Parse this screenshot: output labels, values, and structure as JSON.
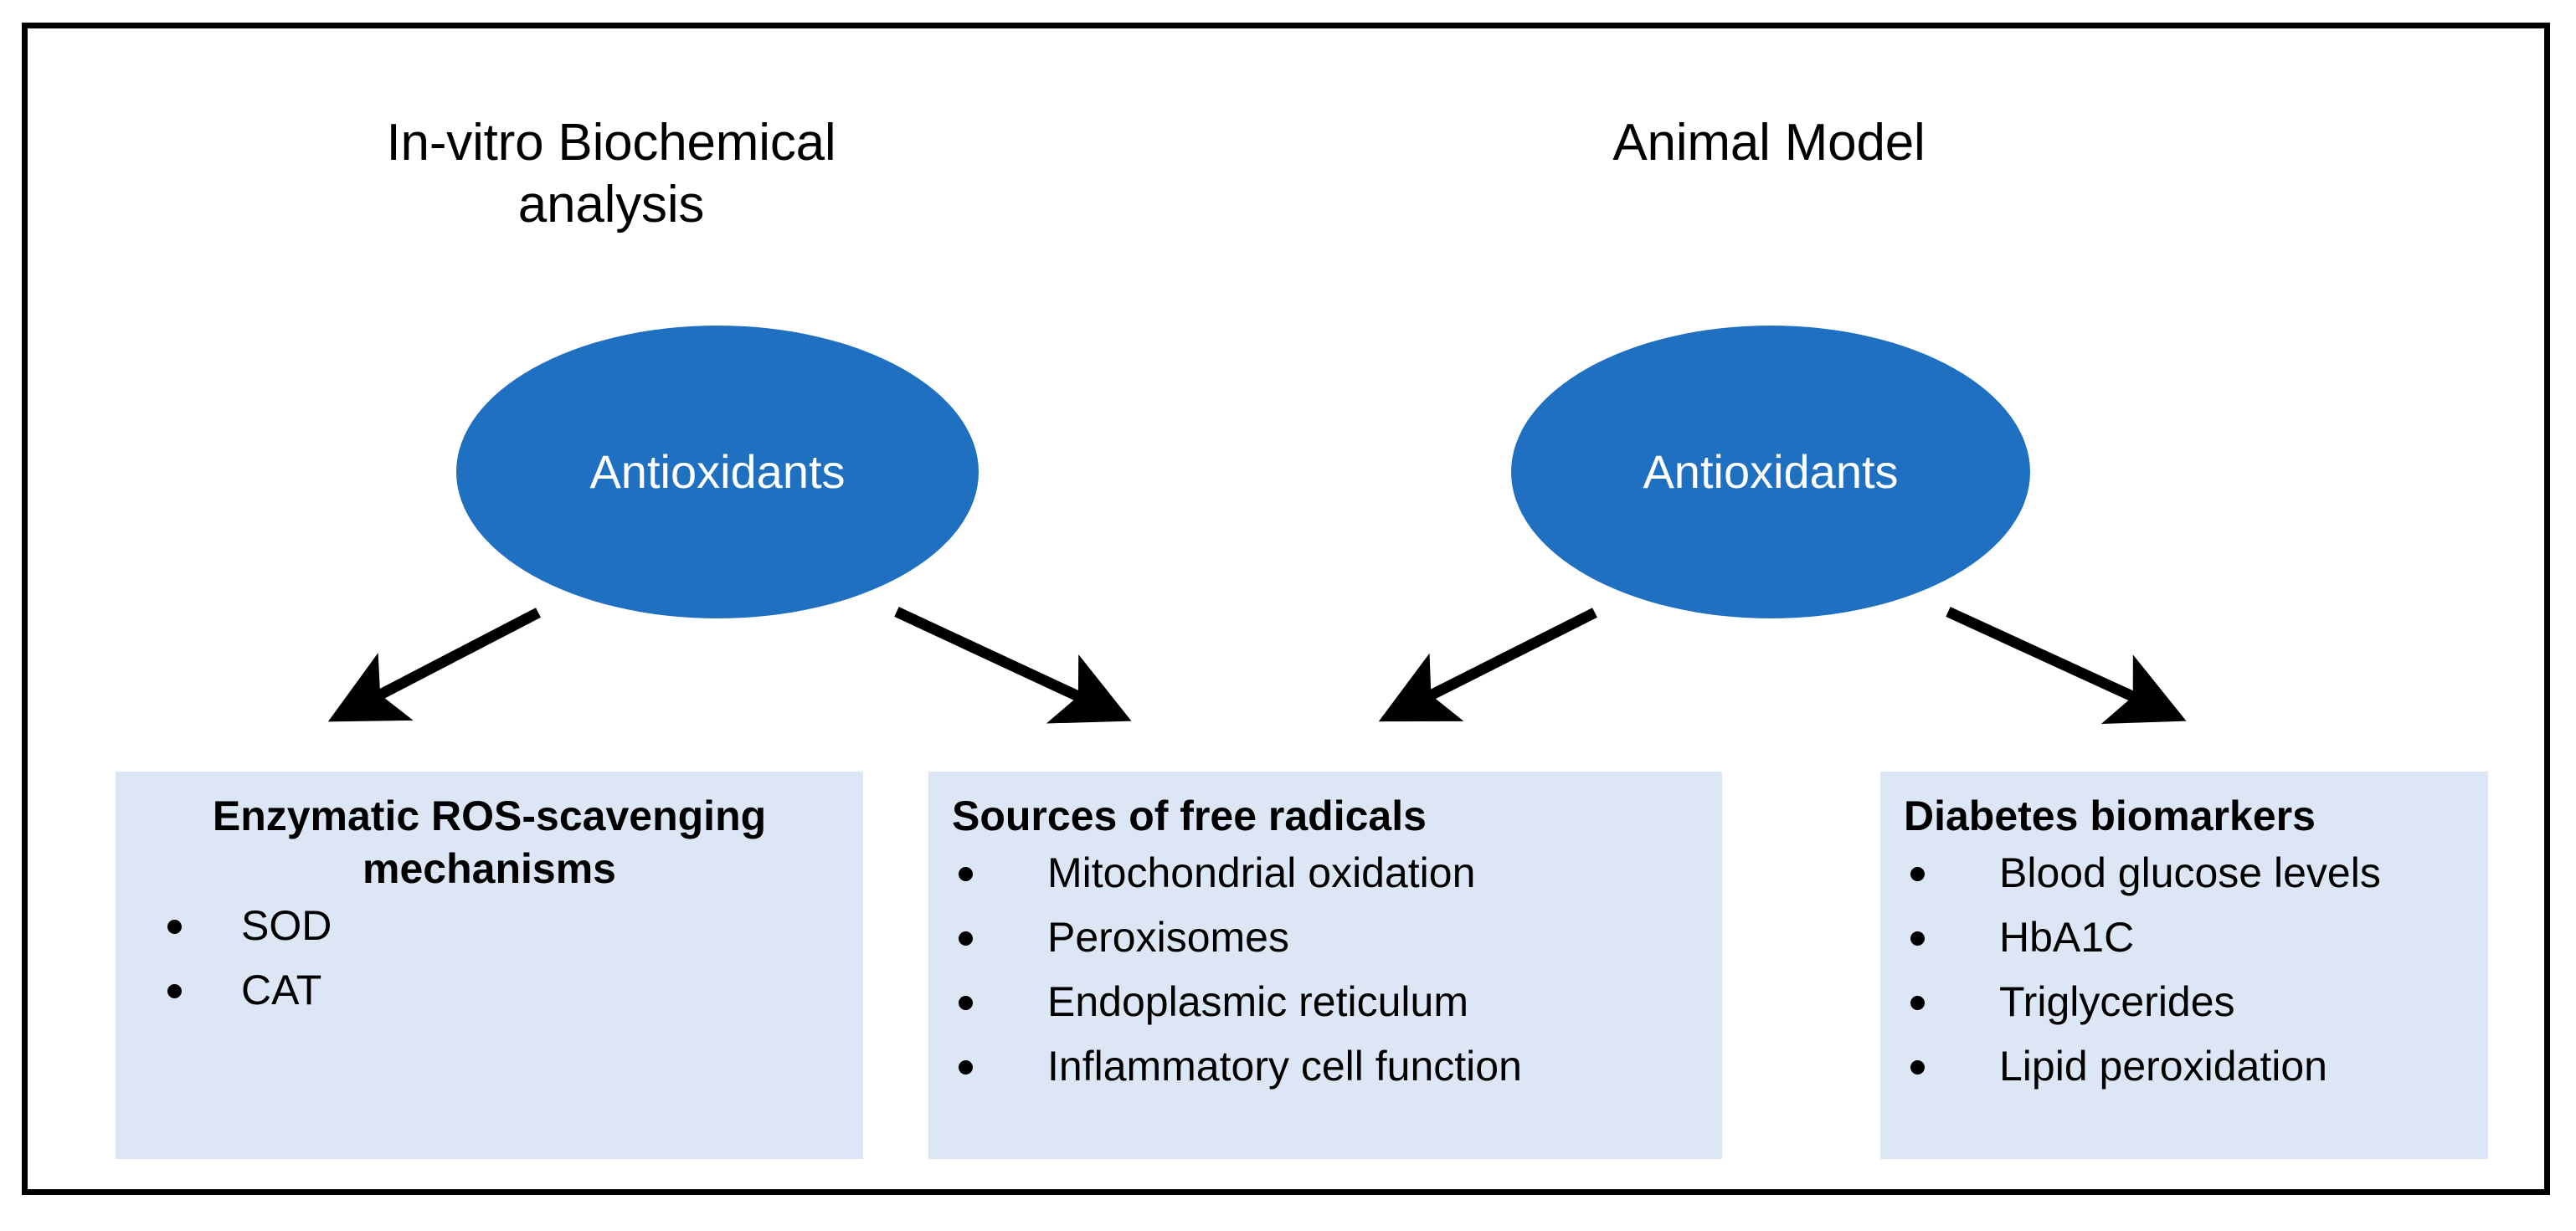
{
  "figure": {
    "border_color": "#000000",
    "background": "#ffffff"
  },
  "columns": [
    {
      "heading": "In-vitro Biochemical analysis",
      "node": {
        "label": "Antioxidants",
        "fill": "#1F70C1",
        "text_color": "#ffffff",
        "shape": "ellipse"
      }
    },
    {
      "heading": "Animal Model",
      "node": {
        "label": "Antioxidants",
        "fill": "#1F70C1",
        "text_color": "#ffffff",
        "shape": "ellipse"
      }
    }
  ],
  "boxes": [
    {
      "id": "enzymatic",
      "fill": "#DCE6F4",
      "title": "Enzymatic ROS-scavenging mechanisms",
      "title_align": "center",
      "items": [
        "SOD",
        "CAT"
      ]
    },
    {
      "id": "sources",
      "fill": "#DCE6F4",
      "title": "Sources of free radicals",
      "title_align": "left",
      "items": [
        "Mitochondrial oxidation",
        "Peroxisomes",
        "Endoplasmic reticulum",
        "Inflammatory cell function"
      ]
    },
    {
      "id": "diabetes",
      "fill": "#DCE6F4",
      "title": "Diabetes biomarkers",
      "title_align": "left",
      "items": [
        "Blood glucose levels",
        "HbA1C",
        "Triglycerides",
        "Lipid peroxidation"
      ]
    }
  ],
  "connectors": {
    "color": "#000000",
    "arrows": [
      {
        "from": "left-node",
        "to": "enzymatic"
      },
      {
        "from": "left-node",
        "to": "sources"
      },
      {
        "from": "right-node",
        "to": "sources-right-sibling"
      },
      {
        "from": "right-node",
        "to": "diabetes"
      }
    ]
  }
}
